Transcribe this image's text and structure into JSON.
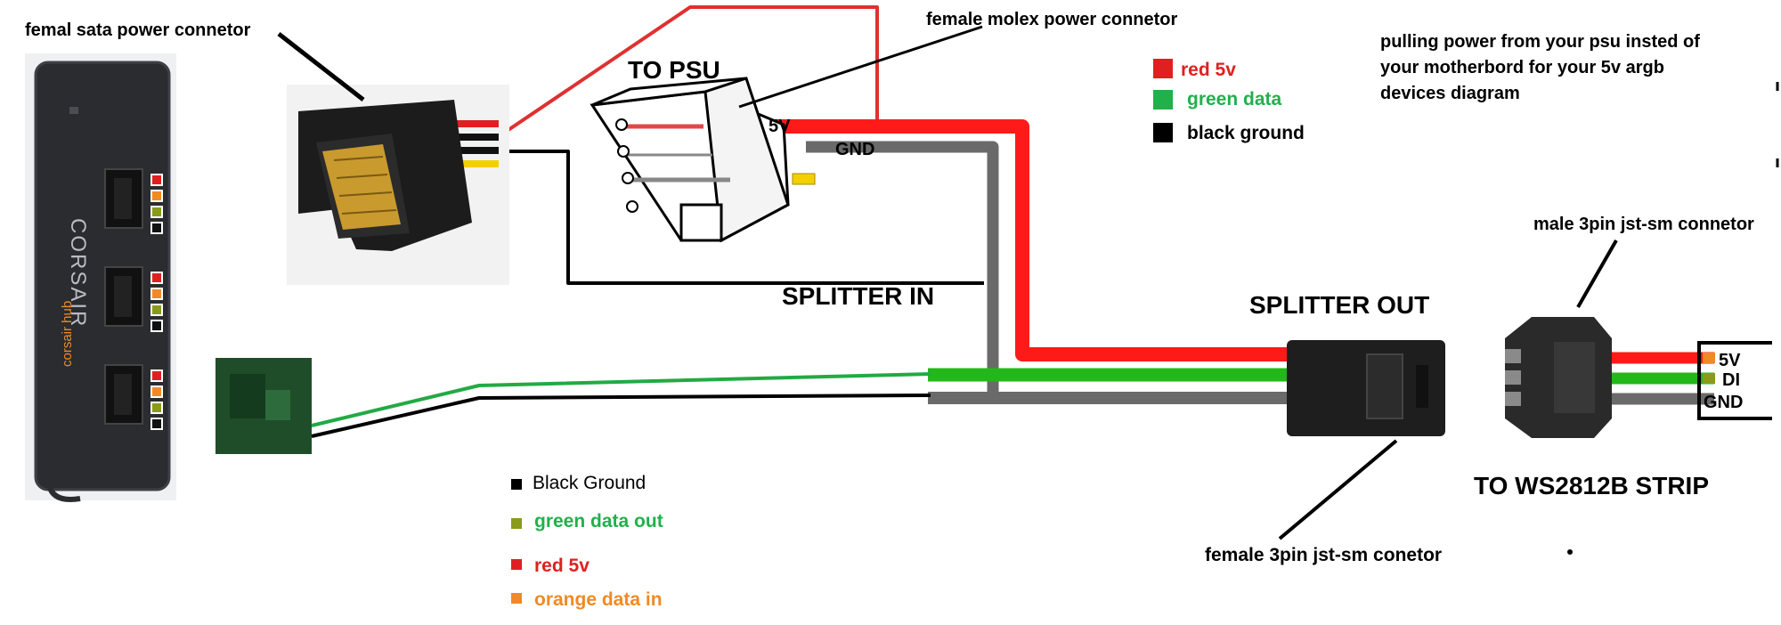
{
  "labels": {
    "sata_connector": "femal sata power connetor",
    "molex_connector": "female molex power connetor",
    "to_psu": "TO PSU",
    "molex_5v": "5V",
    "molex_gnd": "GND",
    "splitter_in": "SPLITTER IN",
    "splitter_out": "SPLITTER OUT",
    "male_jst": "male 3pin jst-sm connetor",
    "female_jst": "female 3pin jst-sm conetor",
    "to_strip": "TO WS2812B STRIP",
    "strip_5v": "5V",
    "strip_di": "DI",
    "strip_gnd": "GND",
    "hub_brand": "CORSAIR",
    "hub_name": "corsair hub",
    "description": [
      "pulling power from your psu insted of",
      "your motherbord for your 5v argb",
      "devices diagram"
    ]
  },
  "legend_top": [
    {
      "label": "red 5v",
      "color": "#e02020",
      "text_color": "#e02020"
    },
    {
      "label": "green data",
      "color": "#22b04b",
      "text_color": "#22b04b"
    },
    {
      "label": "black ground",
      "color": "#000000",
      "text_color": "#000000"
    }
  ],
  "legend_bottom": [
    {
      "label": "Black Ground",
      "color": "#000000",
      "text_color": "#000000"
    },
    {
      "label": "green data out",
      "color": "#8a9a1a",
      "text_color": "#22b04b"
    },
    {
      "label": "red 5v",
      "color": "#e02020",
      "text_color": "#e02020"
    },
    {
      "label": "orange data in",
      "color": "#f08a24",
      "text_color": "#f08a24"
    }
  ],
  "colors": {
    "wire_red": "#ff1a1a",
    "wire_green": "#22b81a",
    "wire_black": "#000000",
    "wire_grey": "#6a6a6a",
    "hub_body": "#2a2c30",
    "connector_black": "#1e1e1e"
  }
}
